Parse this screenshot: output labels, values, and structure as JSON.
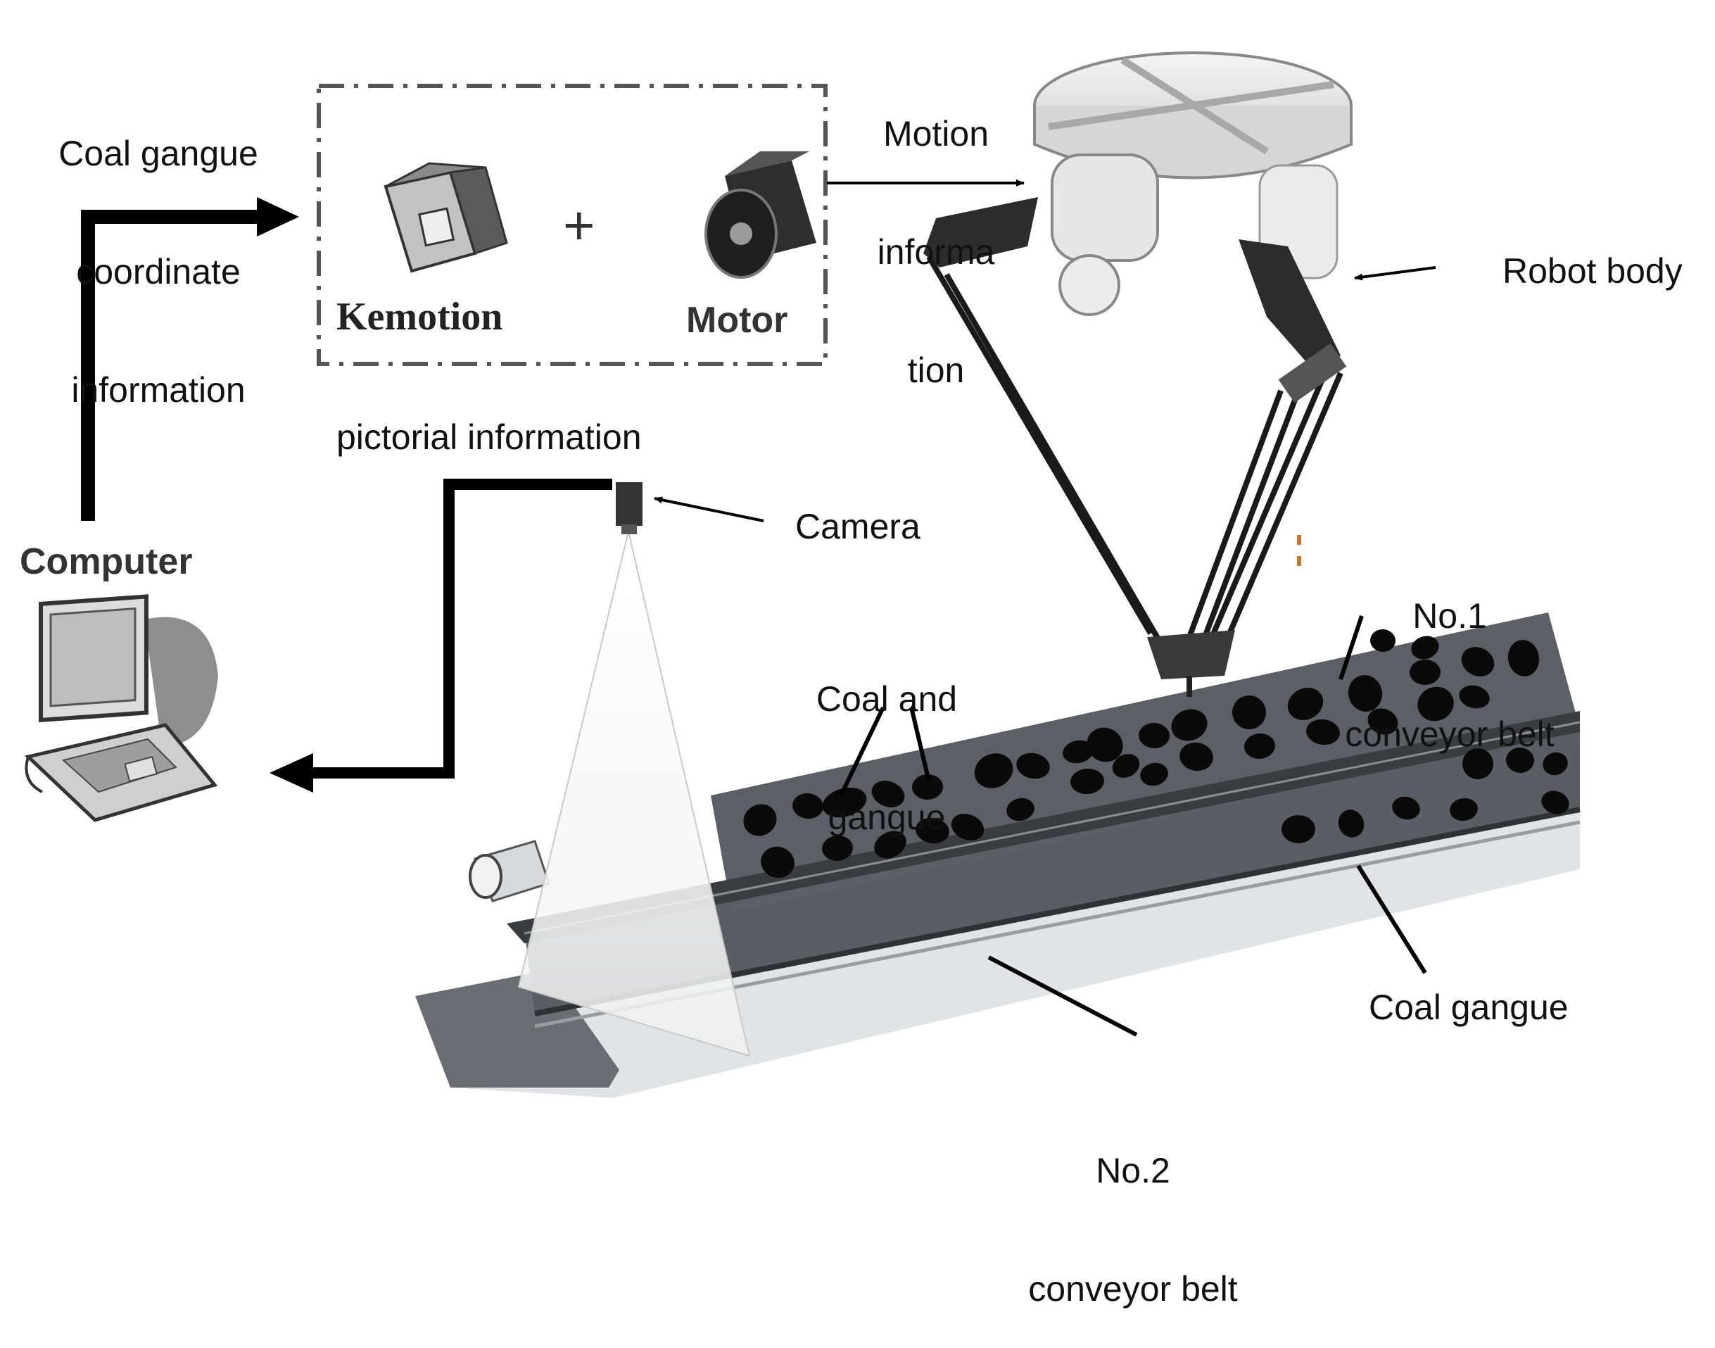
{
  "labels": {
    "coordinate_info_line1": "Coal gangue",
    "coordinate_info_line2": "coordinate",
    "coordinate_info_line3": "information",
    "motion_info_line1": "Motion",
    "motion_info_line2": "informa",
    "motion_info_line3": "tion",
    "robot_body": "Robot body",
    "pictorial_information": "pictorial information",
    "camera": "Camera",
    "computer": "Computer",
    "coal_and_gangue_line1": "Coal and",
    "coal_and_gangue_line2": "gangue",
    "no1_belt_line1": "No.1",
    "no1_belt_line2": "conveyor belt",
    "coal_gangue": "Coal gangue",
    "no2_belt_line1": "No.2",
    "no2_belt_line2": "conveyor belt",
    "kemotion": "Kemotion",
    "motor": "Motor",
    "plus": "+"
  },
  "icons": {
    "controller": "kemotion-controller-icon",
    "motor": "servo-motor-icon",
    "computer": "laptop-computer-icon",
    "camera": "camera-icon",
    "robot": "delta-parallel-robot"
  },
  "colors": {
    "belt_dark": "#5a5d63",
    "belt_edge": "#2f3135",
    "belt_light": "#c9cacc",
    "lump": "#0a0a0a",
    "arrow": "#000000",
    "frame": "#555555"
  }
}
